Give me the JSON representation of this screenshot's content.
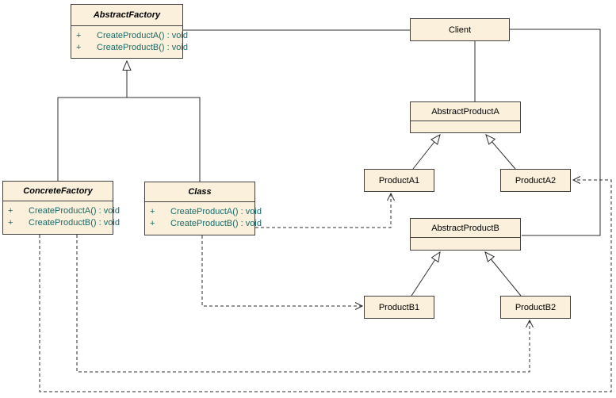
{
  "diagram_title": "Abstract Factory pattern class diagram",
  "colors": {
    "canvasBg": "#ffffff",
    "boxFill": "#faf0dc",
    "boxBorder": "#3f3f3f",
    "titleText": "#000000",
    "methodText": "#1a6b6b",
    "lineColor": "#2e2e2e"
  },
  "classes": {
    "abstractFactory": {
      "name": "AbstractFactory",
      "abstract": true,
      "methods": [
        {
          "v": "+",
          "s": "CreateProductA() : void"
        },
        {
          "v": "+",
          "s": "CreateProductB() : void"
        }
      ]
    },
    "client": {
      "name": "Client"
    },
    "abstractProductA": {
      "name": "AbstractProductA"
    },
    "productA1": {
      "name": "ProductA1"
    },
    "productA2": {
      "name": "ProductA2"
    },
    "concreteFactory": {
      "name": "ConcreteFactory",
      "abstract": true,
      "methods": [
        {
          "v": "+",
          "s": "CreateProductA() : void"
        },
        {
          "v": "+",
          "s": "CreateProductB() : void"
        }
      ]
    },
    "class": {
      "name": "Class",
      "abstract": true,
      "methods": [
        {
          "v": "+",
          "s": "CreateProductA() : void"
        },
        {
          "v": "+",
          "s": "CreateProductB() : void"
        }
      ]
    },
    "abstractProductB": {
      "name": "AbstractProductB"
    },
    "productB1": {
      "name": "ProductB1"
    },
    "productB2": {
      "name": "ProductB2"
    }
  },
  "relationships": [
    {
      "type": "association",
      "from": "AbstractFactory",
      "to": "Client"
    },
    {
      "type": "association",
      "from": "Client",
      "to": "AbstractProductA"
    },
    {
      "type": "association",
      "from": "Client",
      "to": "AbstractProductB"
    },
    {
      "type": "generalization",
      "from": "ConcreteFactory",
      "to": "AbstractFactory"
    },
    {
      "type": "generalization",
      "from": "Class",
      "to": "AbstractFactory"
    },
    {
      "type": "generalization",
      "from": "ProductA1",
      "to": "AbstractProductA"
    },
    {
      "type": "generalization",
      "from": "ProductA2",
      "to": "AbstractProductA"
    },
    {
      "type": "generalization",
      "from": "ProductB1",
      "to": "AbstractProductB"
    },
    {
      "type": "generalization",
      "from": "ProductB2",
      "to": "AbstractProductB"
    },
    {
      "type": "dependency",
      "from": "Class",
      "to": "ProductA1"
    },
    {
      "type": "dependency",
      "from": "Class",
      "to": "ProductB1"
    },
    {
      "type": "dependency",
      "from": "ConcreteFactory",
      "to": "ProductA2"
    },
    {
      "type": "dependency",
      "from": "ConcreteFactory",
      "to": "ProductB2"
    }
  ]
}
